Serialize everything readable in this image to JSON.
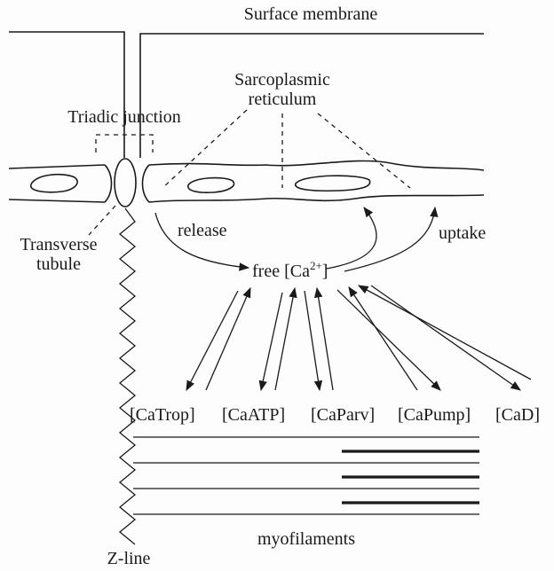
{
  "labels": {
    "surface_membrane": "Surface membrane",
    "sarcoplasmic_1": "Sarcoplasmic",
    "sarcoplasmic_2": "reticulum",
    "triadic_junction": "Triadic junction",
    "transverse_1": "Transverse",
    "transverse_2": "tubule",
    "release": "release",
    "uptake": "uptake",
    "free_ca_prefix": "free [Ca",
    "free_ca_sup": "2+",
    "free_ca_suffix": "]",
    "myofilaments": "myofilaments",
    "z_line": "Z-line"
  },
  "complexes": [
    {
      "label": "[CaTrop]"
    },
    {
      "label": "[CaATP]"
    },
    {
      "label": "[CaParv]"
    },
    {
      "label": "[CaPump]"
    },
    {
      "label": "[CaD]"
    }
  ]
}
